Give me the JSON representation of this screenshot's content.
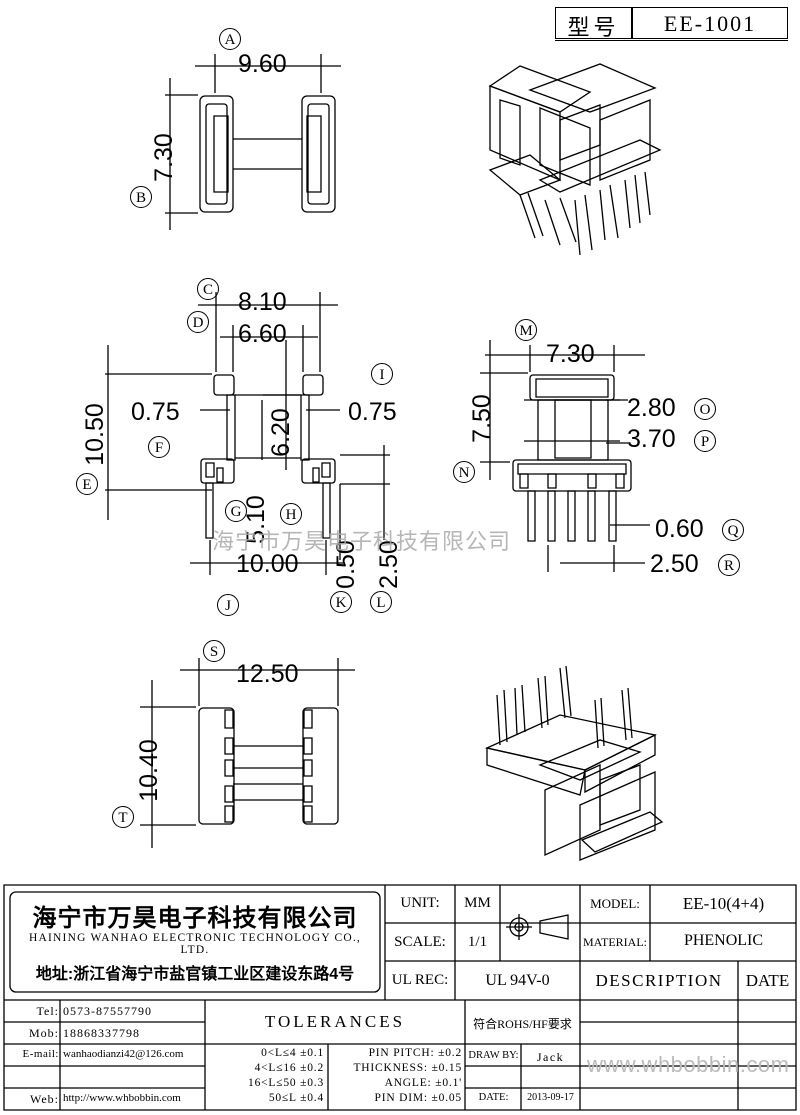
{
  "title_box": {
    "label": "型号",
    "value": "EE-1001"
  },
  "watermark": "海宁市万昊电子科技有限公司",
  "views": {
    "top": {
      "dims": [
        "9.60",
        "7.30"
      ],
      "refs": [
        "A",
        "B"
      ]
    },
    "front": {
      "dims": [
        "8.10",
        "6.60",
        "0.75",
        "0.75",
        "10.50",
        "6.20",
        "5.10",
        "10.00",
        "0.50",
        "2.50"
      ],
      "refs": [
        "C",
        "D",
        "I",
        "F",
        "E",
        "G",
        "H",
        "J",
        "K",
        "L"
      ]
    },
    "side": {
      "dims": [
        "7.30",
        "7.50",
        "2.80",
        "3.70",
        "0.60",
        "2.50"
      ],
      "refs": [
        "M",
        "N",
        "O",
        "P",
        "Q",
        "R"
      ]
    },
    "bottom": {
      "dims": [
        "12.50",
        "10.40"
      ],
      "refs": [
        "S",
        "T"
      ]
    }
  },
  "company": {
    "name_cn": "海宁市万昊电子科技有限公司",
    "name_en": "HAINING WANHAO ELECTRONIC TECHNOLOGY CO., LTD.",
    "address": "地址:浙江省海宁市盐官镇工业区建设东路4号"
  },
  "spec": {
    "unit_label": "UNIT:",
    "unit_value": "MM",
    "scale_label": "SCALE:",
    "scale_value": "1/1",
    "ulrec_label": "UL REC:",
    "ulrec_value": "UL 94V-0",
    "model_label": "MODEL:",
    "model_value": "EE-10(4+4)",
    "material_label": "MATERIAL:",
    "material_value": "PHENOLIC",
    "description_label": "DESCRIPTION",
    "date_label": "DATE"
  },
  "contacts": [
    {
      "label": "Tel:",
      "value": "0573-87557790"
    },
    {
      "label": "Mob:",
      "value": "18868337798"
    },
    {
      "label": "E-mail:",
      "value": "wanhaodianzi42@126.com"
    },
    {
      "label": "Web:",
      "value": "http://www.whbobbin.com"
    }
  ],
  "tolerances": {
    "title": "TOLERANCES",
    "length_rows": [
      "0<L≤4 ±0.1",
      "4<L≤16 ±0.2",
      "16<L≤50 ±0.3",
      "50≤L ±0.4"
    ],
    "other_rows": [
      "PIN PITCH: ±0.2",
      "THICKNESS: ±0.15",
      "ANGLE: ±0.1'",
      "PIN DIM: ±0.05"
    ]
  },
  "rohs": "符合ROHS/HF要求",
  "draw_by_label": "DRAW BY:",
  "draw_by_value": "Jack",
  "date_label2": "DATE:",
  "date_value": "2013-09-17",
  "footer_url": "www.whbobbin.com"
}
